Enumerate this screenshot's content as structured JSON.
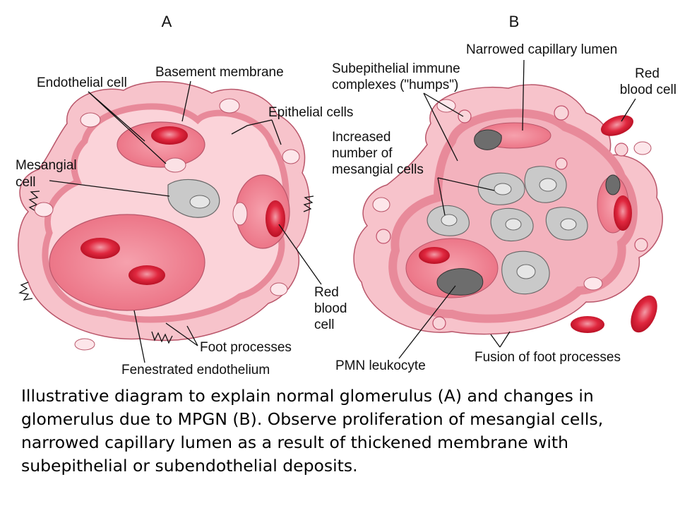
{
  "panels": {
    "a": "A",
    "b": "B"
  },
  "labels_a": {
    "endothelial_cell": "Endothelial cell",
    "basement_membrane": "Basement membrane",
    "epithelial_cells": "Epithelial cells",
    "mesangial_cell_1": "Mesangial",
    "mesangial_cell_2": "cell",
    "red_blood_cell_1": "Red",
    "red_blood_cell_2": "blood",
    "red_blood_cell_3": "cell",
    "foot_processes": "Foot processes",
    "fenestrated_endothelium": "Fenestrated endothelium"
  },
  "labels_b": {
    "narrowed_lumen": "Narrowed capillary lumen",
    "immune_complexes_1": "Subepithelial immune",
    "immune_complexes_2": "complexes (\"humps\")",
    "red_blood_cell_1": "Red",
    "red_blood_cell_2": "blood cell",
    "mesangial_1": "Increased",
    "mesangial_2": "number of",
    "mesangial_3": "mesangial cells",
    "pmn": "PMN leukocyte",
    "fusion": "Fusion of foot processes"
  },
  "caption": "Illustrative diagram to explain normal glomerulus (A) and changes in glomerulus due to MPGN (B). Observe proliferation of mesangial cells, narrowed capillary lumen as a result of thickened membrane with subepithelial or subendothelial deposits.",
  "colors": {
    "tissue": "#f7c3cb",
    "tissue_edge": "#b9566a",
    "membrane": "#e88a9a",
    "lumen": "#f07f8f",
    "rbc": "#e0283f",
    "mesangial": "#c9c9c9",
    "nucleus_dark": "#6d6d6d"
  }
}
